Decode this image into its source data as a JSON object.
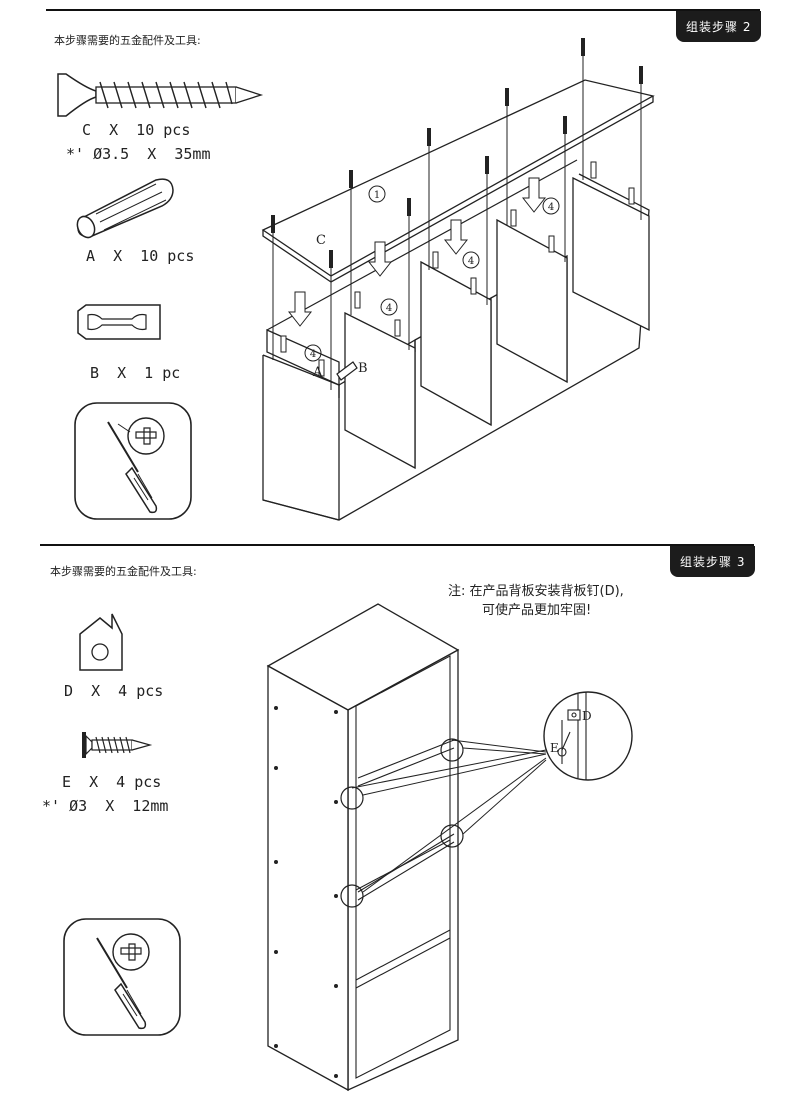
{
  "step2": {
    "tag": "组装步骤 2",
    "intro": "本步骤需要的五金配件及工具:",
    "parts": [
      {
        "id": "C",
        "label": "C  X  10 pcs",
        "spec": "*' Ø3.5  X  35mm"
      },
      {
        "id": "A",
        "label": "A  X  10 pcs"
      },
      {
        "id": "B",
        "label": "B  X  1 pc"
      }
    ],
    "callouts": {
      "panel": "1",
      "divider": "4",
      "screw": "C",
      "dowel": "A",
      "bracket": "B"
    }
  },
  "step3": {
    "tag": "组装步骤 3",
    "intro": "本步骤需要的五金配件及工具:",
    "note_lines": [
      "注: 在产品背板安装背板钉(D),",
      "可使产品更加牢固!"
    ],
    "parts": [
      {
        "id": "D",
        "label": "D  X  4 pcs"
      },
      {
        "id": "E",
        "label": "E  X  4 pcs",
        "spec": "*' Ø3  X  12mm"
      }
    ],
    "callouts": {
      "nail": "D",
      "screw": "E"
    }
  },
  "tools": {
    "tool_icon": "screwdriver-icon"
  },
  "colors": {
    "ink": "#222222",
    "tag_bg": "#1c1c1c"
  }
}
